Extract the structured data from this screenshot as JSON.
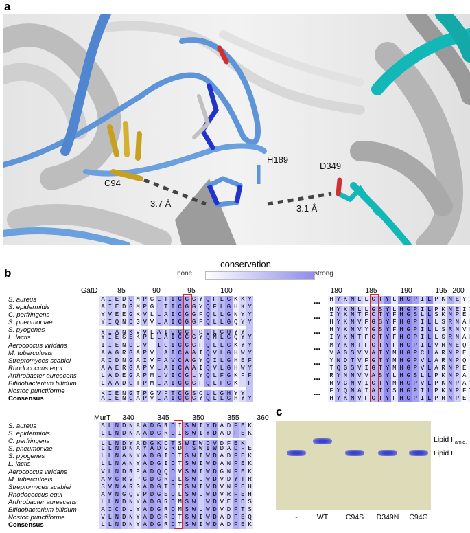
{
  "panels": {
    "a": "a",
    "b": "b",
    "c": "c"
  },
  "structure": {
    "labels": {
      "c94": "C94",
      "h189": "H189",
      "d349": "D349",
      "dist1": "3.7 Å",
      "dist2": "3.1 Å"
    },
    "colors": {
      "grey_cartoon": "#c9c9c9",
      "blue_loop": "#5e95d8",
      "cyan": "#12b8b8",
      "sulfur": "#c8a020",
      "nitrogen": "#2233cc",
      "oxygen": "#d03030"
    }
  },
  "conservation": {
    "title": "conservation",
    "low": "none",
    "high": "strong",
    "low_color": "#ffffff",
    "high_color": "#8f8cee"
  },
  "alignment1": {
    "protein": "GatD",
    "species": [
      "S. aureus",
      "S. epidermidis",
      "C. perfringens",
      "S. pneumoniae",
      "S. pyogenes",
      "L. lactis",
      "Aerococcus viridans",
      "M. tuberculosis",
      "Streptomyces scabiei",
      "Rhodococcus equi",
      "Arthrobacter aurescens",
      "Bifidobacterium bifidum",
      "Nostoc punctiforme"
    ],
    "consensus_label": "Consensus",
    "left": {
      "ticks": [
        "85",
        "90",
        "95",
        "100"
      ],
      "sequences": [
        "AIEDGMPGLTICGGYQFLGKKY",
        "AIEDGMPGLTICGGYQFLGHKY",
        "YVEEGKVLLAICGGFQLLGNYY",
        "YIQNDGVVLAICGGFQLLGQYY",
        "YIANKVVLAICGGFQLLGQYY",
        "YIESEKPLLAICGGYQMLGQYY",
        "IIENDGVTIGICGGFQLLGKYY",
        "AAGRGAPVLAICAAIQVLGHWY",
        "AIDNGAIVFAVCAGYQILGHEF",
        "AAERGAPVLAICAAIQVLGHWY",
        "LADEGAPMLVICGLYQLFGKFF",
        "LAADGTPMLAICGGFQLFGKFF",
        "KIENGTPGVFTCGSQLLGHYY"
      ],
      "consensus": "AIENGAPVLAICGGYQLLGHYY"
    },
    "right": {
      "ticks": [
        "180",
        "185",
        "190",
        "195",
        "200"
      ],
      "sequences": [
        "HYKNLLGTYLHGPILPKNEYIT",
        "HYKNLLGSYLHGPILPKNEIT",
        "IYKNTFCTYFHGSLLSKNPELA",
        "HYKNVFGSYFHGPILLSRNANLA",
        "HYKNVYGSYFHGPILLSRNVNLA",
        "IYKNTFGTYFHGPILLSRNARLA",
        "MYKNTFGTYFHGPILVRNEQLT",
        "VAGSVVATYMHGPCLARNPELA",
        "YNDTVFGTYMHGPVLARNPQIA",
        "TQGSVIGTYMHGPVLARNPELA",
        "RYNNVVASYLHGSLLPKNPAIA",
        "RVGNVIGTYMHGPVLPKNPAVA",
        "FYQNAIATYSHGPILPKNPFVA"
      ],
      "consensus": "HYKNVFGTYFHGPILPRNPELA"
    }
  },
  "alignment2": {
    "protein": "MurT",
    "ticks": [
      "340",
      "345",
      "350",
      "355",
      "360"
    ],
    "sequences": [
      "SLNDNAADGRDISWIYDADFEK",
      "LLNDNAADGRDISWIYDADFEK",
      "LLNDYADGKDTSWIWDVDFEK",
      "LLNDNAYADGRDTSWIWDADFEQ",
      "LLNANYADGIDTSWIWDADFEK",
      "LLNANYADGIDTSWIWDANFEK",
      "VLNDRPADQQDVSWIWDGNFEK",
      "AVGRVPGDGRDLSWLWDVDYTR",
      "SVNARGADGTDTSWIWDVNFEH",
      "AVNGQVPDGEDLSWLWDVRFEH",
      "LLNDNYADGRDMSWLWDVEFDS",
      "AICDLYADGRDMSWLWDVDFTS",
      "VLNDNYADGRDTSWIWDADFEQ"
    ],
    "consensus": "LLNDNYADGRDTSWIWDADFEK"
  },
  "gel": {
    "lanes": [
      "-",
      "WT",
      "C94S",
      "D349N",
      "C94G"
    ],
    "band_labels": [
      "Lipid II",
      "Lipid II"
    ],
    "band_subscript": "amid.",
    "lane_band": [
      "lipid2",
      "amid",
      "lipid2",
      "lipid2",
      "lipid2"
    ],
    "background": "#dedbb8",
    "band_color": "#3a42c8"
  }
}
